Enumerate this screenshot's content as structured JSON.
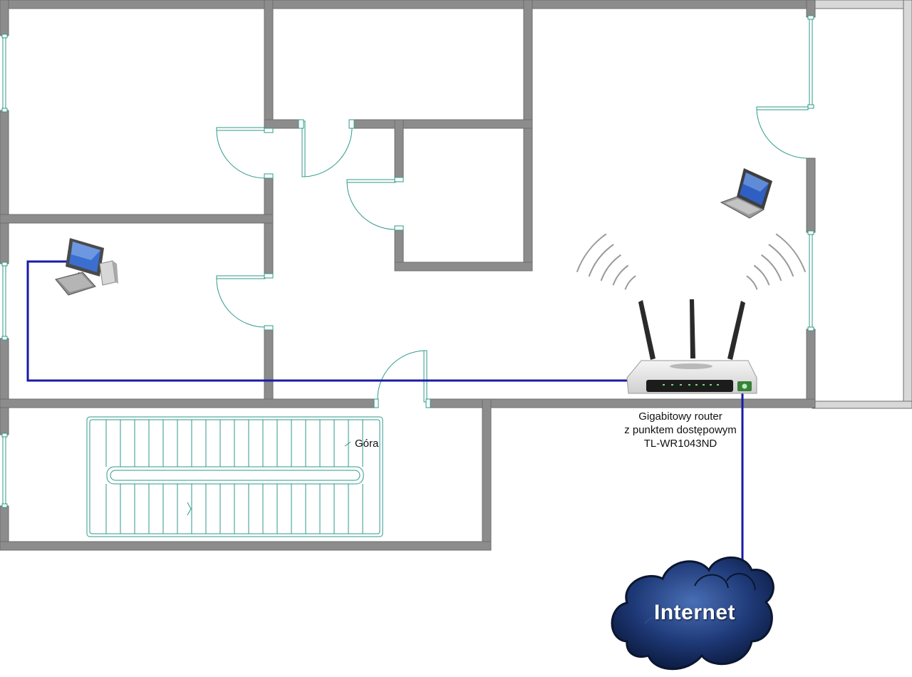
{
  "router": {
    "label_lines": [
      "Gigabitowy router",
      "z punktem dostępowym",
      "TL-WR1043ND"
    ]
  },
  "stairs": {
    "label": "Góra"
  },
  "cloud": {
    "label": "Internet"
  },
  "colors": {
    "wall": "#8c8c8c",
    "wall_outline": "#6e6e6e",
    "window_door": "#2e9a8a",
    "cable": "#1a1aa8",
    "cloud_fill": "#1f3a78",
    "router_body": "#e9e9e9",
    "signal_arcs": "#9a9a9a"
  },
  "icons": {
    "desktop": "desktop-computer-icon",
    "laptop": "laptop-icon",
    "router": "wireless-router-icon",
    "cloud": "internet-cloud-icon"
  }
}
